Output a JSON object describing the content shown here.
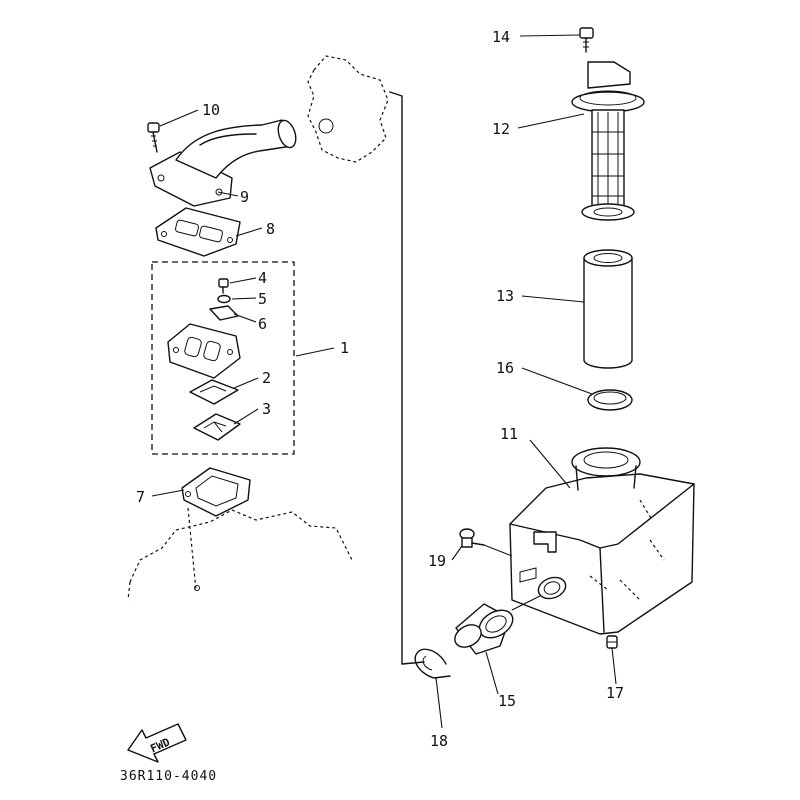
{
  "diagram": {
    "drawing_code": "36R110-4040",
    "fwd_label": "FWD",
    "callouts": [
      "1",
      "2",
      "3",
      "4",
      "5",
      "6",
      "7",
      "8",
      "9",
      "10",
      "11",
      "12",
      "13",
      "14",
      "15",
      "16",
      "17",
      "18",
      "19"
    ]
  }
}
